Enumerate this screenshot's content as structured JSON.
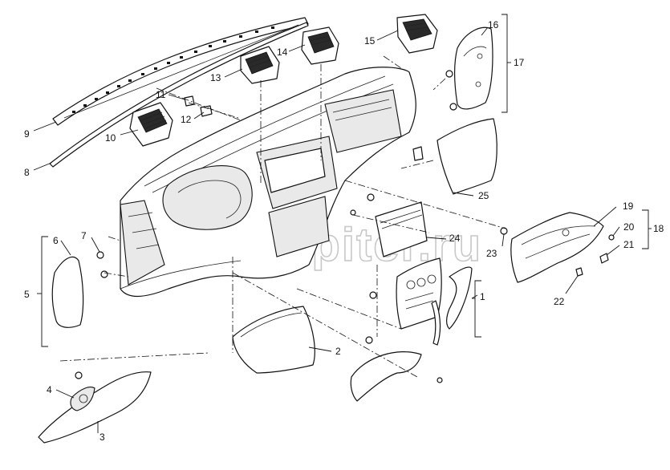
{
  "diagram": {
    "callouts": [
      {
        "id": "c1",
        "label": "1"
      },
      {
        "id": "c2",
        "label": "2"
      },
      {
        "id": "c3",
        "label": "3"
      },
      {
        "id": "c4",
        "label": "4"
      },
      {
        "id": "c5",
        "label": "5"
      },
      {
        "id": "c6",
        "label": "6"
      },
      {
        "id": "c7",
        "label": "7"
      },
      {
        "id": "c8",
        "label": "8"
      },
      {
        "id": "c9",
        "label": "9"
      },
      {
        "id": "c10",
        "label": "10"
      },
      {
        "id": "c11",
        "label": "11"
      },
      {
        "id": "c12",
        "label": "12"
      },
      {
        "id": "c13",
        "label": "13"
      },
      {
        "id": "c14",
        "label": "14"
      },
      {
        "id": "c15",
        "label": "15"
      },
      {
        "id": "c16",
        "label": "16"
      },
      {
        "id": "c17",
        "label": "17"
      },
      {
        "id": "c18",
        "label": "18"
      },
      {
        "id": "c19",
        "label": "19"
      },
      {
        "id": "c20",
        "label": "20"
      },
      {
        "id": "c21",
        "label": "21"
      },
      {
        "id": "c22",
        "label": "22"
      },
      {
        "id": "c23",
        "label": "23"
      },
      {
        "id": "c24",
        "label": "24"
      },
      {
        "id": "c25",
        "label": "25"
      }
    ],
    "watermark": "autopiter.ru"
  }
}
